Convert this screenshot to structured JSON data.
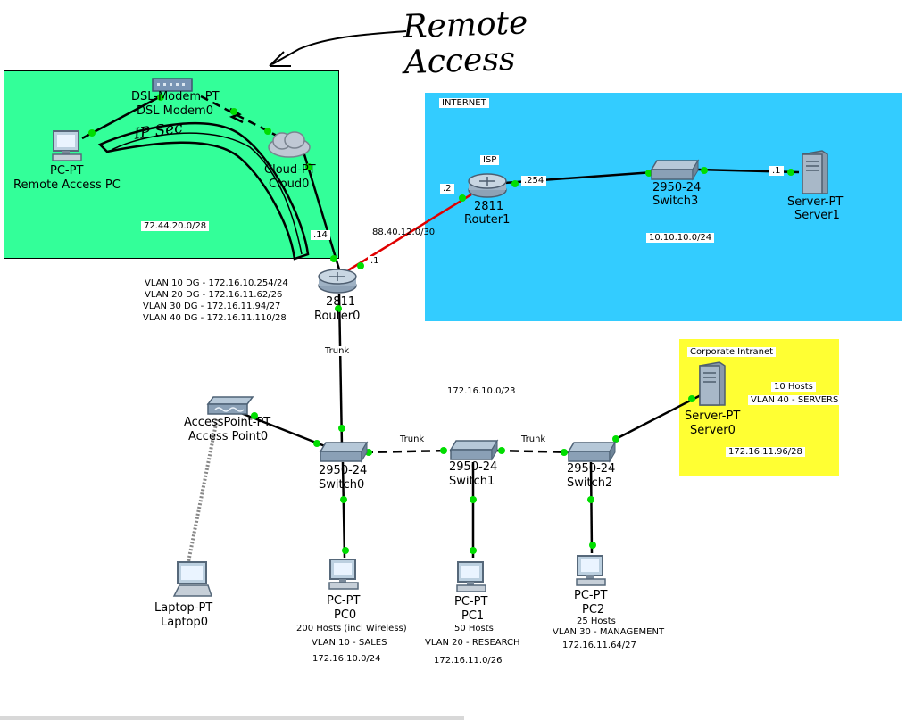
{
  "annotation": {
    "remote_access": "Remote Access",
    "ipsec": "IP Sec"
  },
  "areas": {
    "remote": {
      "subnet": "72.44.20.0/28",
      "color": "#33ff99"
    },
    "internet": {
      "title": "INTERNET",
      "subnet": "10.10.10.0/24",
      "color": "#33ccff"
    },
    "intranet": {
      "title": "Corporate Intranet",
      "hosts": "10 Hosts",
      "vlan": "VLAN 40 - SERVERS",
      "subnet": "172.16.11.96/28",
      "color": "#ffff33"
    }
  },
  "devices": {
    "remote_pc": {
      "model": "PC-PT",
      "name": "Remote Access PC"
    },
    "dsl": {
      "model": "DSL-Modem-PT",
      "name": "DSL Modem0"
    },
    "cloud": {
      "model": "Cloud-PT",
      "name": "Cloud0"
    },
    "router1": {
      "model": "2811",
      "name": "Router1",
      "tag": "ISP"
    },
    "switch3": {
      "model": "2950-24",
      "name": "Switch3"
    },
    "server1": {
      "model": "Server-PT",
      "name": "Server1"
    },
    "router0": {
      "model": "2811",
      "name": "Router0"
    },
    "ap": {
      "model": "AccessPoint-PT",
      "name": "Access Point0"
    },
    "switch0": {
      "model": "2950-24",
      "name": "Switch0"
    },
    "switch1": {
      "model": "2950-24",
      "name": "Switch1"
    },
    "switch2": {
      "model": "2950-24",
      "name": "Switch2"
    },
    "server0": {
      "model": "Server-PT",
      "name": "Server0"
    },
    "laptop": {
      "model": "Laptop-PT",
      "name": "Laptop0"
    },
    "pc0": {
      "model": "PC-PT",
      "name": "PC0",
      "hosts": "200 Hosts (incl Wireless)",
      "vlan": "VLAN 10 - SALES",
      "subnet": "172.16.10.0/24"
    },
    "pc1": {
      "model": "PC-PT",
      "name": "PC1",
      "hosts": "50 Hosts",
      "vlan": "VLAN 20 - RESEARCH",
      "subnet": "172.16.11.0/26"
    },
    "pc2": {
      "model": "PC-PT",
      "name": "PC2",
      "hosts": "25 Hosts",
      "vlan": "VLAN 30 - MANAGEMENT",
      "subnet": "172.16.11.64/27"
    }
  },
  "links": {
    "cloud_router0_ip": ".14",
    "isp_link_ip": ".2",
    "isp_link_subnet": "88.40.12.0/30",
    "router0_wan_ip": ".1",
    "router1_lan_ip": ".254",
    "server1_ip": ".1",
    "trunk_router": "Trunk",
    "trunk_sw0_sw1": "Trunk",
    "trunk_sw1_sw2": "Trunk"
  },
  "vlan_gateways": [
    "VLAN 10 DG - 172.16.10.254/24",
    "VLAN 20 DG - 172.16.11.62/26",
    "VLAN 30 DG - 172.16.11.94/27",
    "VLAN 40 DG - 172.16.11.110/28"
  ],
  "campus_subnet": "172.16.10.0/23"
}
